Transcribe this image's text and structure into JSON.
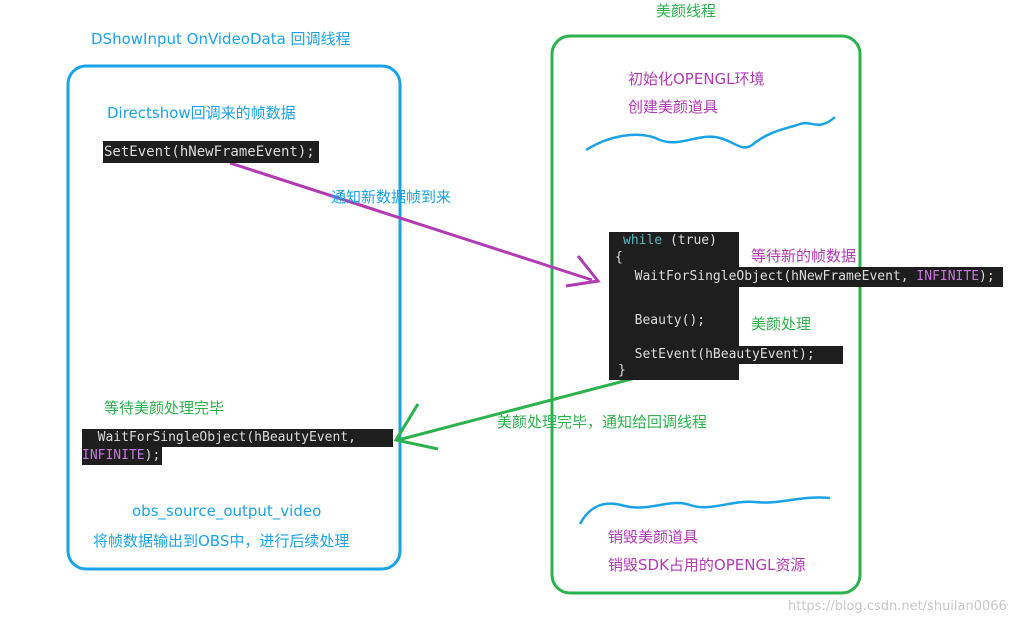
{
  "left_title": "DShowInput  OnVideoData 回调线程",
  "right_title": "美颜线程",
  "left": {
    "directshow_label": "Directshow回调来的帧数据",
    "setevent_code": "SetEvent(hNewFrameEvent);",
    "wait_label": "等待美颜处理完毕",
    "wait_code_1": "  WaitForSingleObject(hBeautyEvent,",
    "wait_code_2_kw": "INFINITE",
    "wait_code_2_rest": ");",
    "obs_output_label": "obs_source_output_video",
    "obs_output_desc": "将帧数据输出到OBS中，进行后续处理"
  },
  "right": {
    "init_label_1": "初始化OPENGL环境",
    "init_label_2": "创建美颜道具",
    "while_kw": "while",
    "while_rest": " (true)",
    "brace_open": "{",
    "wait_code": "  WaitForSingleObject(hNewFrameEvent, ",
    "wait_code_kw": "INFINITE",
    "wait_code_end": ");",
    "beauty_code": "  Beauty();",
    "setevent_code": "  SetEvent(hBeautyEvent);",
    "brace_close": "}",
    "wait_new_frame_label": "等待新的帧数据",
    "beauty_label": "美颜处理",
    "destroy_label_1": "销毁美颜道具",
    "destroy_label_2": "销毁SDK占用的OPENGL资源"
  },
  "arrows": {
    "notify_new_frame": "通知新数据帧到来",
    "notify_done": "美颜处理完毕，通知给回调线程"
  },
  "watermark": "https://blog.csdn.net/shuilan0066",
  "colors": {
    "blue": "#1aa3e8",
    "green": "#2bb24c",
    "purple": "#b23ab3",
    "code_bg": "#1e1e1e"
  }
}
